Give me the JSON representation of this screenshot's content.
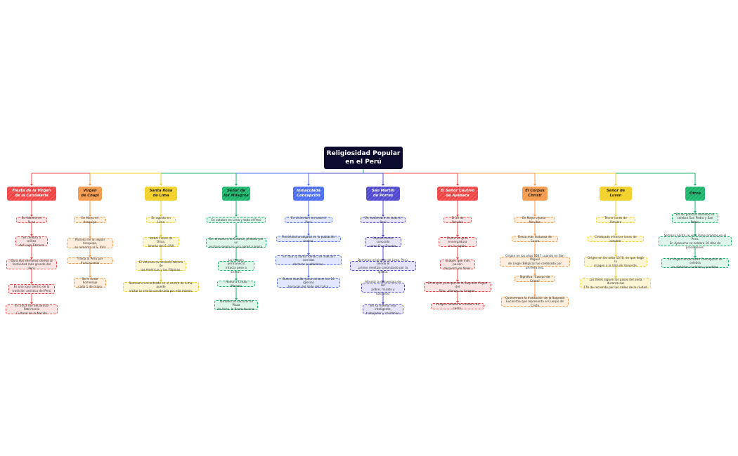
{
  "root": {
    "title": "Religiosidad Popular\nen el Perú",
    "color": "#0b0b2e"
  },
  "branches": [
    {
      "title": "Fiesta de la Virgen\nde la Candelaria",
      "color": "#f04444",
      "text_color": "#ffffff",
      "sub_bg": "#fde4e4",
      "items": [
        "En febrero en Puno",
        "Se celebra a orillas\ndel Lago Titicaca",
        "Dura dos semanas siendo la\nfestividad más grande del Perú",
        "Es una joya dentro de la\ntradición artística del Perú",
        "En 2003 fue declarada Patrimonio\nCultural de la Nación"
      ]
    },
    {
      "title": "Virgen\nde Chapi",
      "color": "#f59a4a",
      "text_color": "#2a1a0a",
      "sub_bg": "#fdeedd",
      "items": [
        "En Mayo en Arequipa",
        "Patrona de la región Arequipa,\nse remonta al S. XVII",
        "Traída al Perú por franciscanos",
        "Se le rinde homenaje\ncada 1 de mayo"
      ]
    },
    {
      "title": "Santa Rosa\nde Lima",
      "color": "#f2d024",
      "text_color": "#2a220a",
      "sub_bg": "#fdf6d6",
      "items": [
        "En agosto en Lima",
        "Isabel Flores de Oliva,\nlimeña del S. XVII",
        "El Vaticano la declaró Patrona de\nlas Américas y las Filipinas.",
        "Santuario encontrado en el centro de Lima, puede\nvisitar la ermita construida por ella misma."
      ]
    },
    {
      "title": "Señor de\nlos Milagros",
      "color": "#1ab56b",
      "text_color": "#0a2a1a",
      "sub_bg": "#def5ea",
      "items": [
        "En octubre en Lima y todo el Perú",
        "Se remonta a la Colonia, pintado por un\nesclavo negro en una pared ruinosa.",
        "La imagen permaneció\nintacta pese a sismos.",
        "Honor a Cristo Moreno",
        "También se inició en la Plaza\nde Acho, la fiesta taurina."
      ]
    },
    {
      "title": "Inmaculada\nConcepción",
      "color": "#4a6cf0",
      "text_color": "#ffffff",
      "sub_bg": "#e2e7fd",
      "items": [
        "En diciembre en todo el Perú",
        "Festividad arraigada en la población andina.",
        "En Yauri y Santo Tomás, se realizan corridas\nde toros pueblerinas.",
        "Buena ocasión para conocer las 16 iglesias\nbarrocas del Valle del Colca."
      ]
    },
    {
      "title": "San Martín\nde Porres",
      "color": "#5048d0",
      "text_color": "#ffffff",
      "sub_bg": "#e5e4fb",
      "items": [
        "En noviembre en todo el Perú",
        "Popularmente conocido\ncomo Fray Escoba.",
        "Dominico originario de Lima, Perú, siendo el\nprimer mestizo canonizado por la Iglesia.",
        "Afrontó la desventaja de ser\npobre, mulato y bastardo.",
        "En su interior era inteligente,\ntrabajador y caritativo."
      ]
    },
    {
      "title": "El Señor Cautivo\nde Ayabaca",
      "color": "#f04444",
      "text_color": "#ffffff",
      "sub_bg": "#fde4e4",
      "items": [
        "El 13 de Octubre",
        "Fiesta de gran envergadura\nen la región.",
        "Imagen que más pasión\ndespierta en fieles.",
        "El templo principal de la Sagrada Virgen del\nPilar, alberga su imagen.",
        "Imagen tallada en madera de cedro."
      ]
    },
    {
      "title": "El Corpus\nChristi",
      "color": "#f59a4a",
      "text_color": "#2a1a0a",
      "sub_bg": "#fdeedd",
      "items": [
        "En Mayo o Junio - Movible",
        "Fiesta más fastuosa de Cusco",
        "Origen en los años 1247 cuando en San Miguel\nde Liege (Bélgica) fue celebrado por primera vez.",
        "Significa \"Cuerpo de Cristo\"",
        "Conmemora la institución de la Sagrada\nEucaristía que representa el Cuerpo de Cristo"
      ]
    },
    {
      "title": "Señor de\nLuren",
      "color": "#f2d024",
      "text_color": "#2a220a",
      "sub_bg": "#fdf6d6",
      "items": [
        "Tercer lunes de Octubre",
        "Celebrado el tercer lunes de octubre.",
        "Origen en los años 1570, en que llegó la\nimagen a la Villa de Valverde.",
        "Los fieles siguen los pasos del anda durante sus\n17h de recorrido por las calles de la ciudad."
      ]
    },
    {
      "title": "Otros",
      "color": "#1ab56b",
      "text_color": "#0a2a1a",
      "sub_bg": "#def5ea",
      "items": [
        "En los puertos marinos se\ncelebra San Pedro y San Pablo.",
        "Semana Santa se vive intensamente en el Perú.\nEn Ayacucho se celebra 10 días de procesiones.",
        "La Virgen Inmaculada Concepción se celebra\nen distintas ciudades y pueblos."
      ]
    }
  ]
}
